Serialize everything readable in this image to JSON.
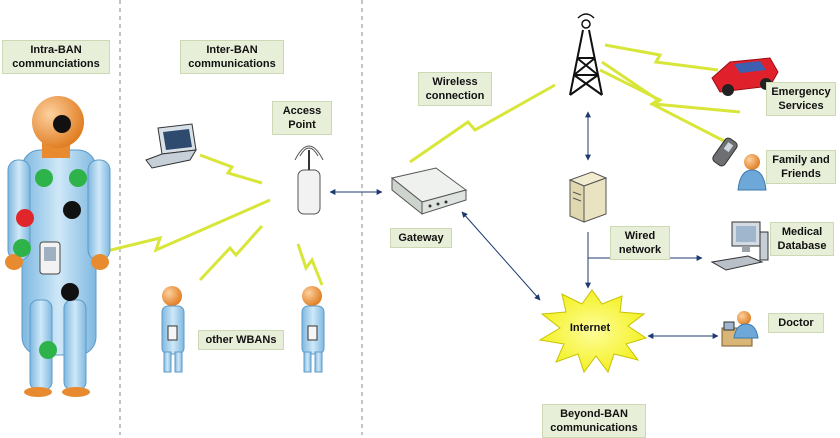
{
  "labels": {
    "intra_ban": "Intra-BAN\ncommunciations",
    "inter_ban": "Inter-BAN\ncommunications",
    "access_point": "Access\nPoint",
    "wireless_connection": "Wireless\nconnection",
    "gateway": "Gateway",
    "other_wbans": "other WBANs",
    "internet": "Internet",
    "wired_network": "Wired\nnetwork",
    "emergency_services": "Emergency\nServices",
    "family_friends": "Family and\nFriends",
    "medical_database": "Medical\nDatabase",
    "doctor": "Doctor",
    "beyond_ban": "Beyond-BAN\ncommunications"
  },
  "icons": {
    "person": "person-icon",
    "laptop": "laptop-icon",
    "access_point": "access-point-icon",
    "gateway": "gateway-router-icon",
    "tower": "radio-tower-icon",
    "car": "ambulance-car-icon",
    "phone": "mobile-phone-icon",
    "server": "server-icon",
    "computer": "desktop-computer-icon",
    "doctor": "doctor-icon"
  },
  "colors": {
    "label_bg": "#e8efd9",
    "lightning": "#d8e63a",
    "sensor_green": "#2db34a",
    "sensor_red": "#e0262a",
    "sensor_black": "#111111",
    "body_blue": "#a9d3ee",
    "head_orange": "#f29a3a",
    "internet_yellow": "#f4f225",
    "car_red": "#e0202a"
  }
}
